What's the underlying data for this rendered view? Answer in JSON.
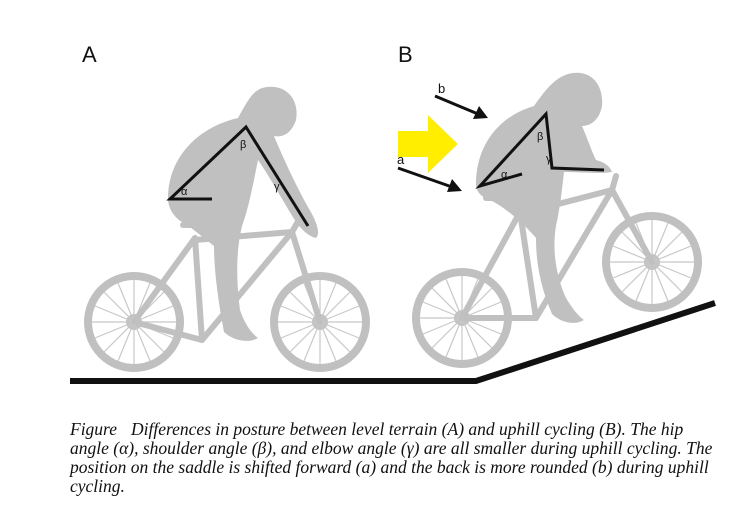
{
  "panels": {
    "a": {
      "label": "A"
    },
    "b": {
      "label": "B"
    }
  },
  "angles": {
    "hip": "α",
    "shoulder": "β",
    "elbow": "γ"
  },
  "arrows": {
    "saddle_shift": "a",
    "back_rounding": "b"
  },
  "colors": {
    "figure_gray": "#c0c0c0",
    "line_black": "#111111",
    "highlight_arrow": "#ffee00"
  },
  "caption": {
    "lead": "Figure",
    "text": "Differences in posture between level terrain (A) and uphill cycling (B). The hip angle (α), shoulder angle (β), and elbow angle (γ) are all smaller during uphill cycling. The position on the saddle is shifted forward (a) and the back is more rounded (b) during uphill cycling."
  }
}
